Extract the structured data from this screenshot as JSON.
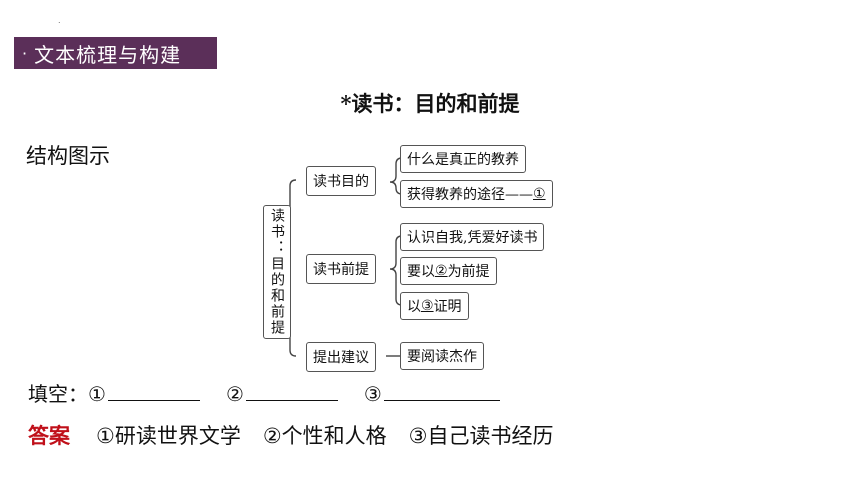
{
  "section_header": {
    "bullet": "·",
    "title": "文本梳理与构建"
  },
  "main_title": "*读书：目的和前提",
  "diagram_label": "结构图示",
  "diagram": {
    "root": "读书：目的和前提",
    "branches": [
      {
        "label": "读书目的",
        "children": [
          "什么是真正的教养",
          "获得教养的途径——"
        ],
        "blank_marker": "①"
      },
      {
        "label": "读书前提",
        "children": [
          "认识自我,凭爱好读书",
          "要以",
          "为前提",
          "以",
          "证明"
        ],
        "markers": [
          "②",
          "③"
        ]
      },
      {
        "label": "提出建议",
        "children": [
          "要阅读杰作"
        ]
      }
    ]
  },
  "fill_in": {
    "label": "填空：",
    "items": [
      "①",
      "②",
      "③"
    ]
  },
  "answer": {
    "label": "答案",
    "items": [
      "①研读世界文学",
      "②个性和人格",
      "③自己读书经历"
    ]
  },
  "colors": {
    "header_bg": "#5b2f59",
    "answer_label": "#c0101a"
  }
}
